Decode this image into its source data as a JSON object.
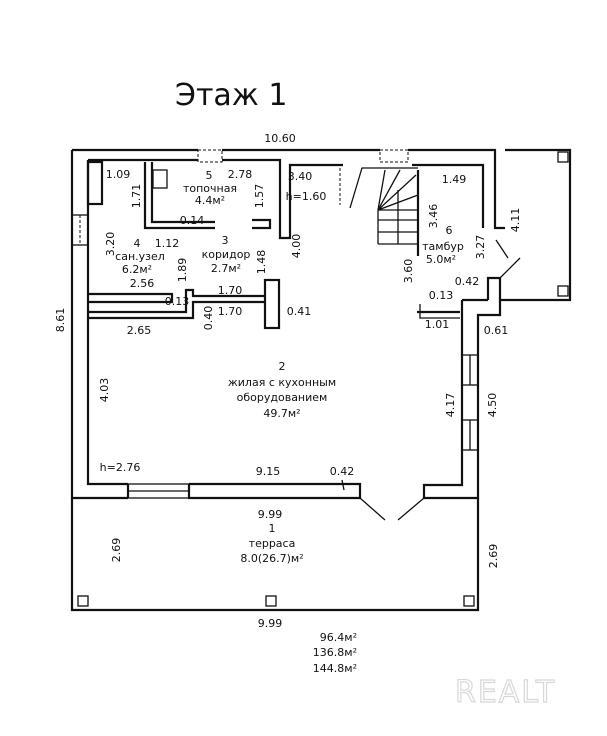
{
  "title": "Этаж 1",
  "rooms": [
    {
      "number": "1",
      "name": "терраса",
      "area": "8.0(26.7)м²"
    },
    {
      "number": "2",
      "name_line1": "жилая с кухонным",
      "name_line2": "оборудованием",
      "area": "49.7м²"
    },
    {
      "number": "3",
      "name": "коридор",
      "area": "2.7м²"
    },
    {
      "number": "4",
      "name": "сан.узел",
      "area": "6.2м²"
    },
    {
      "number": "5",
      "name": "топочная",
      "area": "4.4м²"
    },
    {
      "number": "6",
      "name": "тамбур",
      "area": "5.0м²"
    }
  ],
  "dimensions": {
    "top_overall": "10.60",
    "left_overall": "8.61",
    "d_1_09": "1.09",
    "d_2_78": "2.78",
    "d_1_71": "1.71",
    "d_1_57": "1.57",
    "d_0_14": "0.14",
    "d_3_20": "3.20",
    "d_1_12": "1.12",
    "d_1_89": "1.89",
    "d_1_48": "1.48",
    "d_2_56": "2.56",
    "d_0_13_left": "0.13",
    "d_1_70_a": "1.70",
    "d_1_70_b": "1.70",
    "d_0_40": "0.40",
    "d_0_41": "0.41",
    "d_2_65": "2.65",
    "d_3_40": "3.40",
    "h_stair": "h=1.60",
    "d_4_00": "4.00",
    "d_3_60": "3.60",
    "d_3_46": "3.46",
    "d_1_49": "1.49",
    "d_3_27": "3.27",
    "d_4_11": "4.11",
    "d_0_42_top": "0.42",
    "d_0_13_right": "0.13",
    "d_1_01": "1.01",
    "d_0_61": "0.61",
    "d_4_03": "4.03",
    "d_4_17": "4.17",
    "d_4_50": "4.50",
    "h_room": "h=2.76",
    "d_9_15": "9.15",
    "d_0_42_bottom": "0.42",
    "d_9_99_top": "9.99",
    "d_9_99_bottom": "9.99",
    "d_2_69_left": "2.69",
    "d_2_69_right": "2.69"
  },
  "totals": [
    "96.4м²",
    "136.8м²",
    "144.8м²"
  ],
  "watermark": "REALT"
}
